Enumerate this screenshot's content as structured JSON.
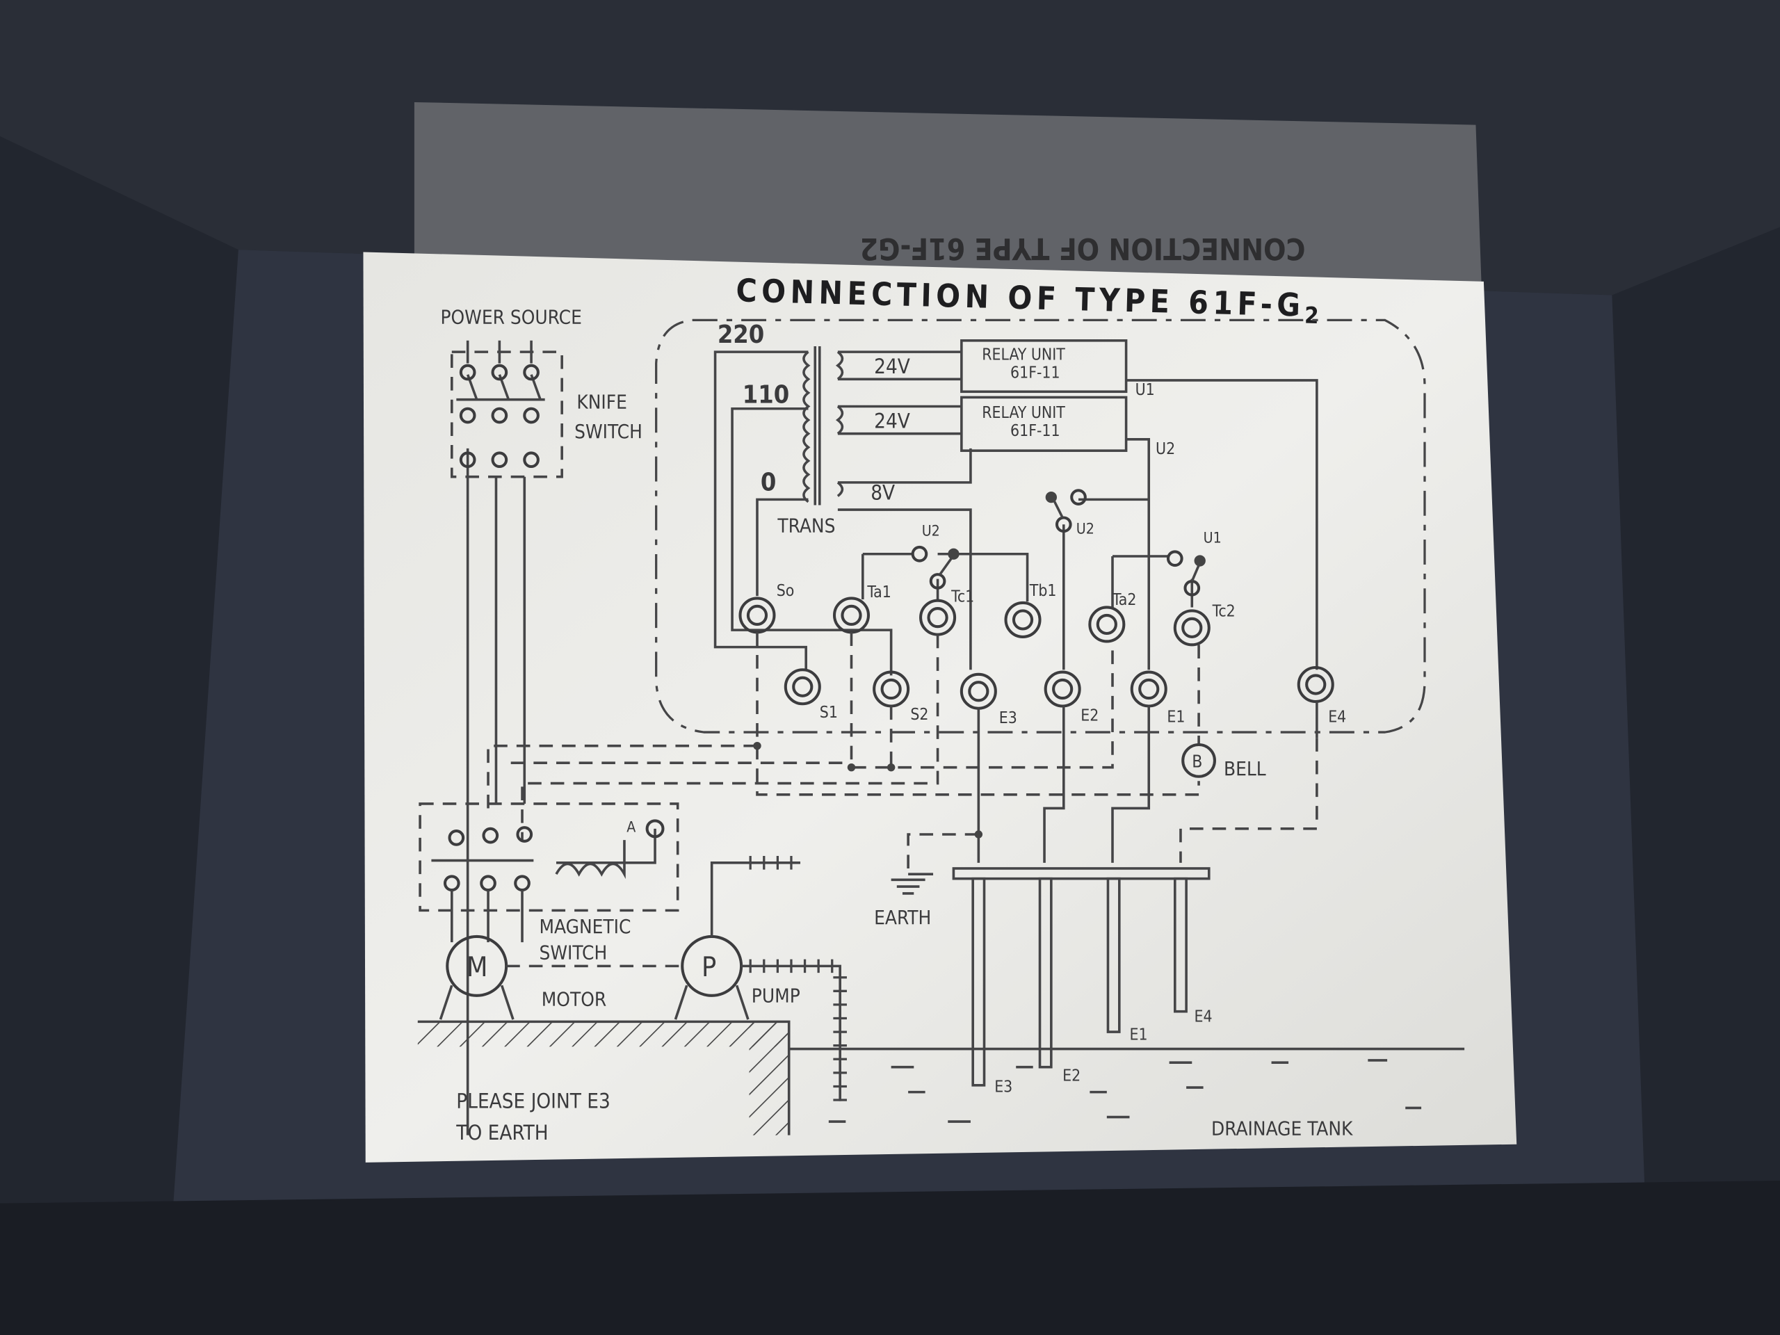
{
  "title": {
    "main": "CONNECTION OF TYPE 61F-G",
    "sub": "2"
  },
  "reflection_text": "CONNECTION OF TYPE 61F-G2",
  "power": {
    "source": "POWER SOURCE",
    "knife1": "KNIFE",
    "knife2": "SWITCH"
  },
  "transformer": {
    "tap220": "220",
    "tap110": "110",
    "tap0": "0",
    "label": "TRANS",
    "sec1": "24V",
    "sec2": "24V",
    "sec3": "8V"
  },
  "relays": [
    {
      "line1": "RELAY UNIT",
      "line2": "61F-11",
      "out": "U1"
    },
    {
      "line1": "RELAY UNIT",
      "line2": "61F-11",
      "out": "U2"
    }
  ],
  "contacts": {
    "u2a": "U2",
    "u2b": "U2",
    "u1": "U1"
  },
  "terminals_top": [
    "So",
    "Ta1",
    "Tc1",
    "Tb1",
    "Ta2",
    "Tc2"
  ],
  "terminals_bottom": [
    "S1",
    "S2",
    "E3",
    "E2",
    "E1",
    "E4"
  ],
  "bell": {
    "symbol": "B",
    "label": "BELL"
  },
  "magnetic_switch": {
    "line1": "MAGNETIC",
    "line2": "SWITCH",
    "coil": "A"
  },
  "motor": {
    "symbol": "M",
    "label": "MOTOR"
  },
  "pump": {
    "symbol": "P",
    "label": "PUMP"
  },
  "earth": "EARTH",
  "electrodes": [
    "E1",
    "E4",
    "E3",
    "E2"
  ],
  "note": {
    "line1": "PLEASE JOINT E3",
    "line2": "TO EARTH"
  },
  "tank": "DRAINAGE TANK"
}
